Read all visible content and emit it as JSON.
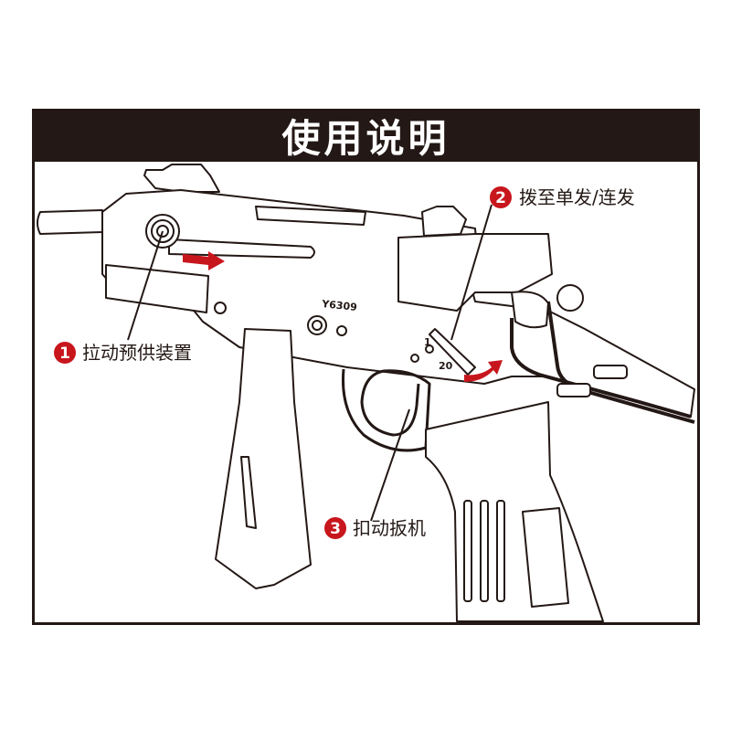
{
  "header": {
    "title": "使用说明"
  },
  "model_code": "Y6309",
  "selector_marks": {
    "single": "1",
    "auto": "20"
  },
  "steps": [
    {
      "number": "1",
      "label": "拉动预供装置"
    },
    {
      "number": "2",
      "label": "拨至单发/连发"
    },
    {
      "number": "3",
      "label": "扣动扳机"
    }
  ],
  "colors": {
    "header_bg": "#231815",
    "accent_red": "#c8161d",
    "line": "#231815"
  }
}
